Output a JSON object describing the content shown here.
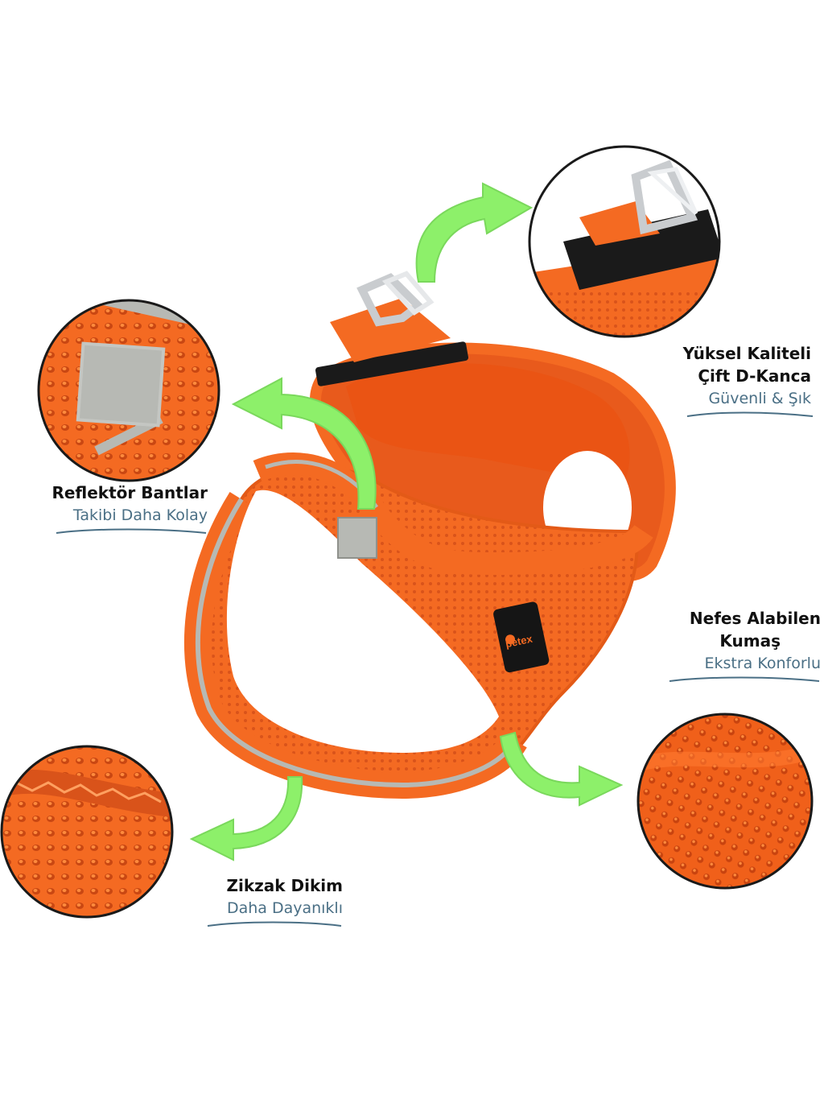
{
  "brand": {
    "logo_text": "petex"
  },
  "colors": {
    "harness_orange": "#f46a22",
    "harness_dark": "#d9531a",
    "reflective_gray": "#b7b9b4",
    "arrow_green": "#8df06a",
    "subtitle_blue": "#4a6f85"
  },
  "features": [
    {
      "title_lines": [
        "Yüksel Kaliteli",
        "Çift D-Kanca"
      ],
      "subtitle": "Güvenli & Şık"
    },
    {
      "title_lines": [
        "Reflektör Bantlar"
      ],
      "subtitle": "Takibi Daha Kolay"
    },
    {
      "title_lines": [
        "Nefes Alabilen",
        "Kumaş"
      ],
      "subtitle": "Ekstra Konforlu"
    },
    {
      "title_lines": [
        "Zikzak Dikim"
      ],
      "subtitle": "Daha Dayanıklı"
    }
  ]
}
